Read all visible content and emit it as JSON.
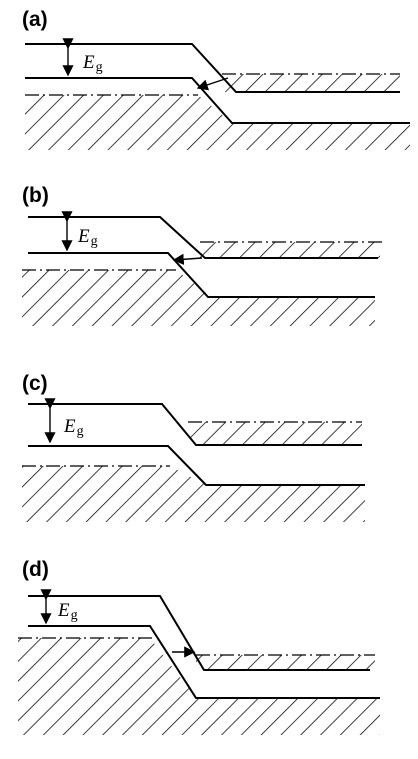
{
  "panels": [
    {
      "label": "(a)",
      "gap_symbol": "E",
      "gap_subscript": "g"
    },
    {
      "label": "(b)",
      "gap_symbol": "E",
      "gap_subscript": "g"
    },
    {
      "label": "(c)",
      "gap_symbol": "E",
      "gap_subscript": "g"
    },
    {
      "label": "(d)",
      "gap_symbol": "E",
      "gap_subscript": "g"
    }
  ],
  "colors": {
    "line": "#000000",
    "background": "#ffffff"
  }
}
